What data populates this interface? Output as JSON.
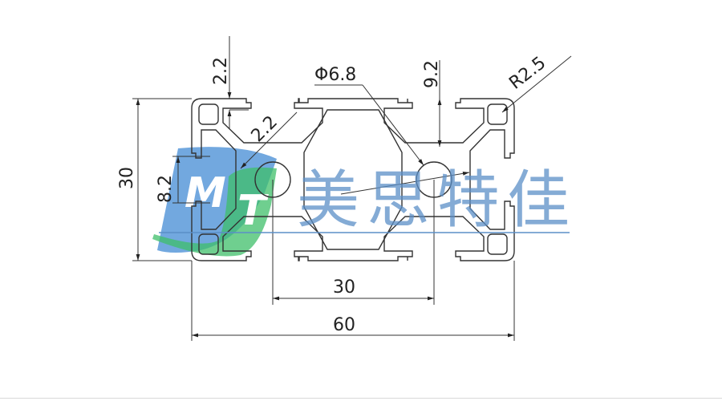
{
  "drawing": {
    "dimensions": {
      "height_overall": "30",
      "slot_width": "8.2",
      "wall_top": "2.2",
      "wall_diagonal": "2.2",
      "slot_depth": "9.2",
      "corner_radius": "R2.5",
      "center_hole": "Φ6.8",
      "pitch": "30",
      "width_overall": "60"
    }
  },
  "watermark": {
    "logo_letters": "MT",
    "brand_text": "美思特佳",
    "colors": {
      "blue": "#4a90d6",
      "green": "#3fbf6a",
      "text": "#5b8fc8"
    }
  }
}
